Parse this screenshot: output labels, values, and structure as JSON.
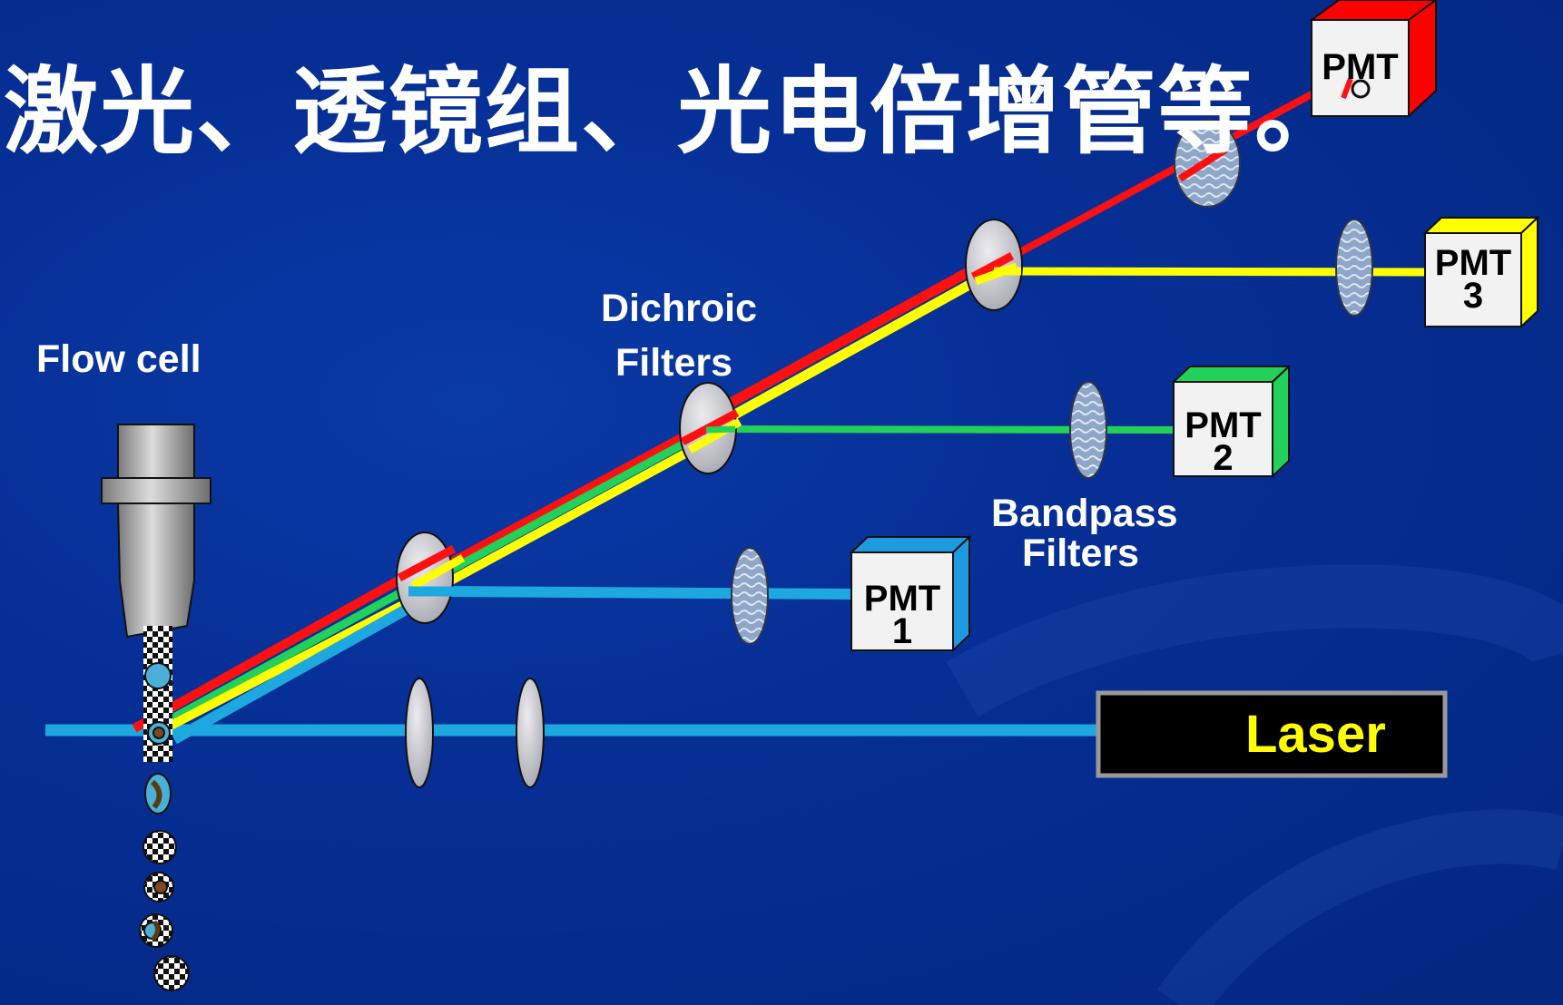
{
  "title": "激光、透镜组、光电倍增管等。",
  "labels": {
    "flow_cell": "Flow cell",
    "dichroic_line1": "Dichroic",
    "dichroic_line2": "Filters",
    "bandpass_line1": "Bandpass",
    "bandpass_line2": "Filters",
    "laser": "Laser"
  },
  "pmts": [
    {
      "label": "PMT",
      "number": "1",
      "color": "#1e9ae0"
    },
    {
      "label": "PMT",
      "number": "2",
      "color": "#22d05a"
    },
    {
      "label": "PMT",
      "number": "3",
      "color": "#ffff00"
    },
    {
      "label": "PMT",
      "number": "",
      "color": "#ff0000"
    }
  ],
  "colors": {
    "background": "#062f96",
    "red": "#ff1010",
    "yellow": "#ffff00",
    "green": "#22d05a",
    "blue": "#1ea8e0",
    "lens": "#c8c8cc"
  }
}
